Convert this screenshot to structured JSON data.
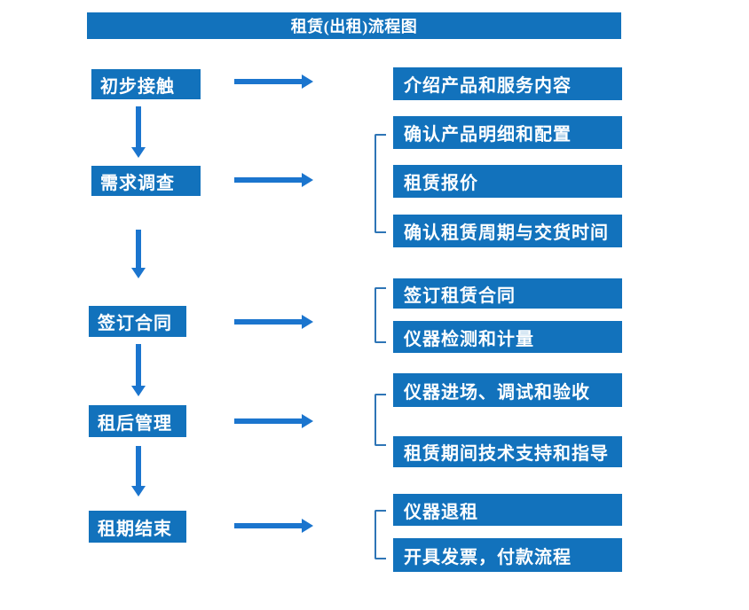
{
  "title": "租赁(出租)流程图",
  "colors": {
    "box_blue": "#1272BC",
    "arrow_blue": "#1B75CE",
    "bracket_blue": "#2E75B6",
    "text_white": "#FFFFFF",
    "background": "#FFFFFF"
  },
  "steps": [
    {
      "label": "初步接触",
      "details": [
        "介绍产品和服务内容"
      ]
    },
    {
      "label": "需求调查",
      "details": [
        "确认产品明细和配置",
        "租赁报价",
        "确认租赁周期与交货时间"
      ]
    },
    {
      "label": "签订合同",
      "details": [
        "签订租赁合同",
        "仪器检测和计量"
      ]
    },
    {
      "label": "租后管理",
      "details": [
        "仪器进场、调试和验收",
        "租赁期间技术支持和指导"
      ]
    },
    {
      "label": "租期结束",
      "details": [
        "仪器退租",
        "开具发票，付款流程"
      ]
    }
  ]
}
